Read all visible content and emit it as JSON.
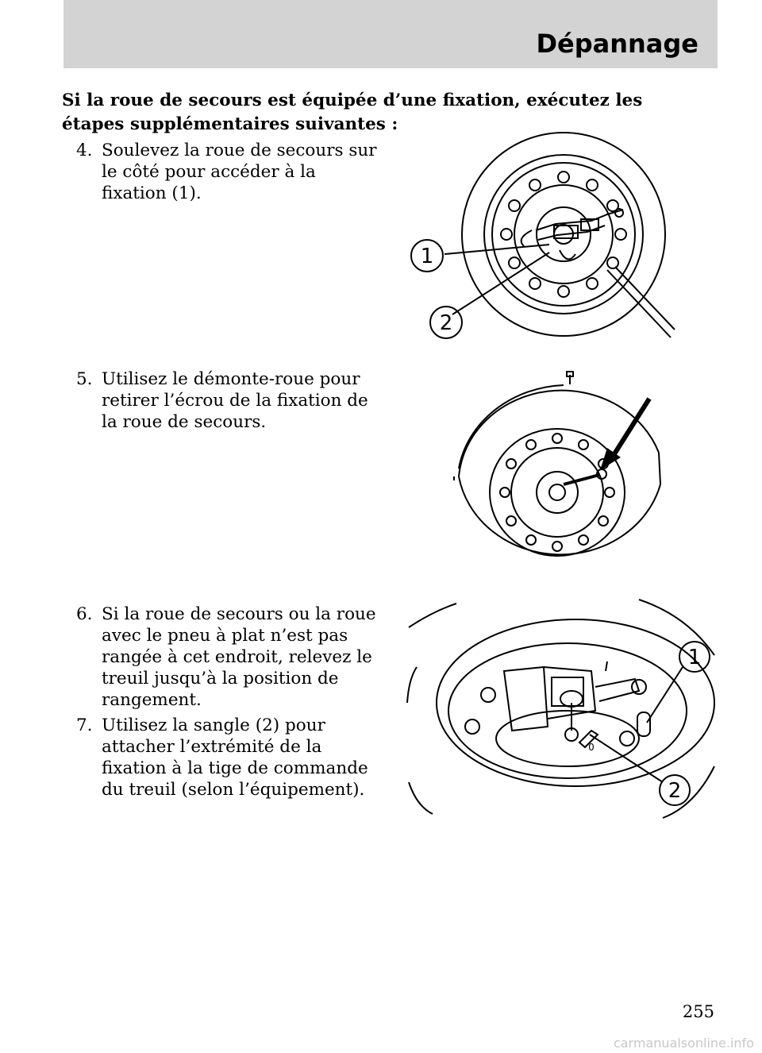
{
  "header": {
    "title": "Dépannage"
  },
  "intro": "Si la roue de secours est équipée d’une fixation, exécutez les étapes supplémentaires suivantes :",
  "steps": [
    {
      "num": "4.",
      "text": "Soulevez la roue de secours sur le côté pour accéder à la fixation (1)."
    },
    {
      "num": "5.",
      "text": "Utilisez le démonte-roue pour retirer l’écrou de la fixation de la roue de secours."
    },
    {
      "num": "6.",
      "text": "Si la roue de secours ou la roue avec le pneu à plat n’est pas rangée à cet endroit, relevez le treuil jusqu’à la position de rangement."
    },
    {
      "num": "7.",
      "text": "Utilisez la sangle (2) pour attacher l’extrémité de la fixation à la tige de commande du treuil (selon l’équipement)."
    }
  ],
  "figures": {
    "fig1": {
      "callout1": "1",
      "callout2": "2"
    },
    "fig3": {
      "callout1": "1",
      "callout2": "2",
      "mark": "0"
    }
  },
  "page_number": "255",
  "watermark": "carmanualsonline.info"
}
